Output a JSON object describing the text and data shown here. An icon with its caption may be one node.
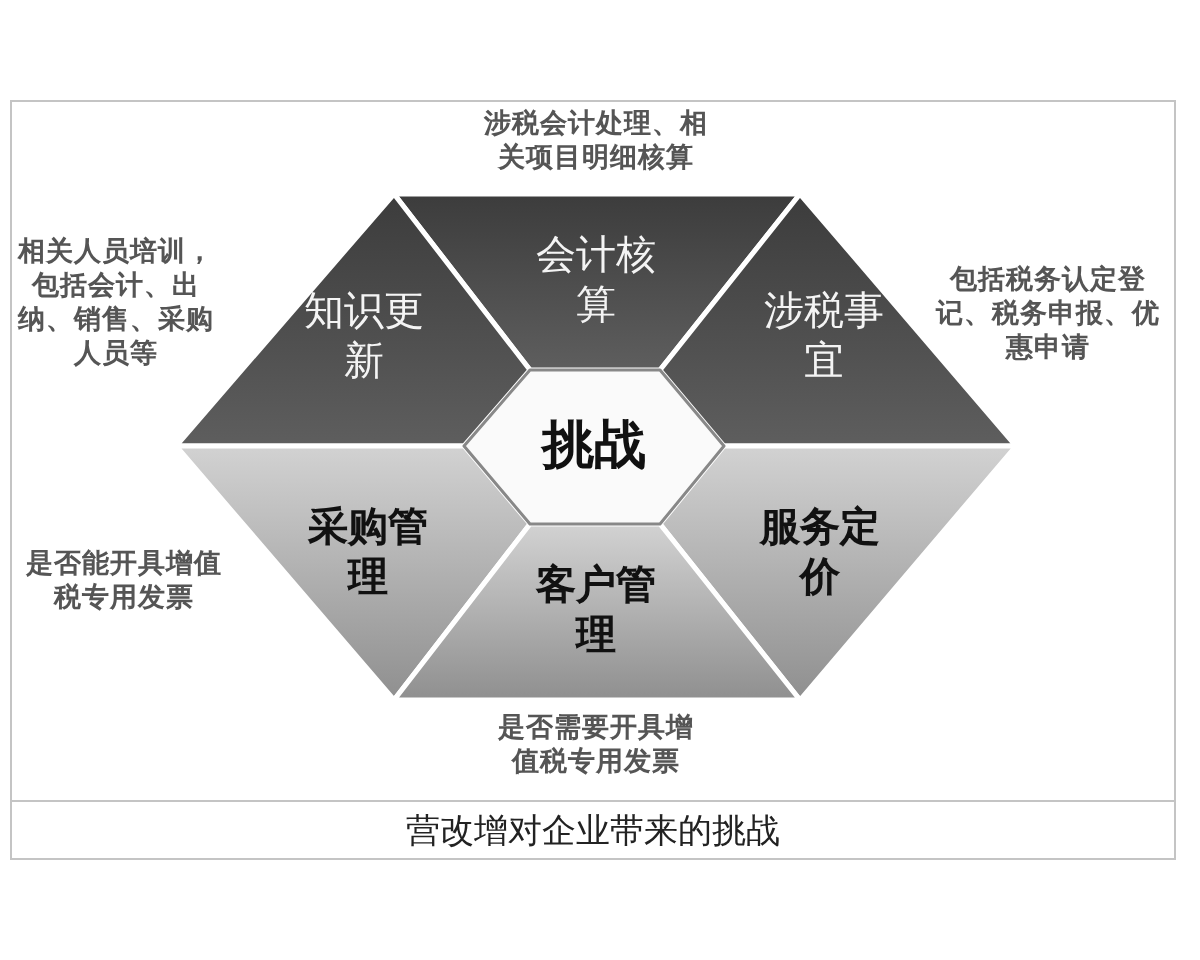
{
  "diagram": {
    "caption": "营改增对企业带来的挑战",
    "nodes": [
      {
        "text": [
          "会计核算"
        ],
        "beside": [
          "涉税会计处理、相关项目明细核算"
        ]
      },
      {
        "text": [
          "知识更新"
        ],
        "beside": [
          "相关人员培训，包括会计、出纳、销售、采购人员等"
        ]
      },
      {
        "text": [
          "涉税事宜"
        ],
        "beside": [
          "包括税务认定登记、税务申报、优惠申请"
        ]
      },
      {
        "text": [
          "挑战"
        ]
      },
      {
        "text": [
          "采购管理"
        ],
        "beside": [
          "是否能开具增值税专用发票"
        ]
      },
      {
        "text": [
          "服务定价"
        ]
      },
      {
        "text": [
          "客户管理"
        ],
        "beside": [
          "是否需要开具增值税专用发票"
        ]
      }
    ]
  }
}
